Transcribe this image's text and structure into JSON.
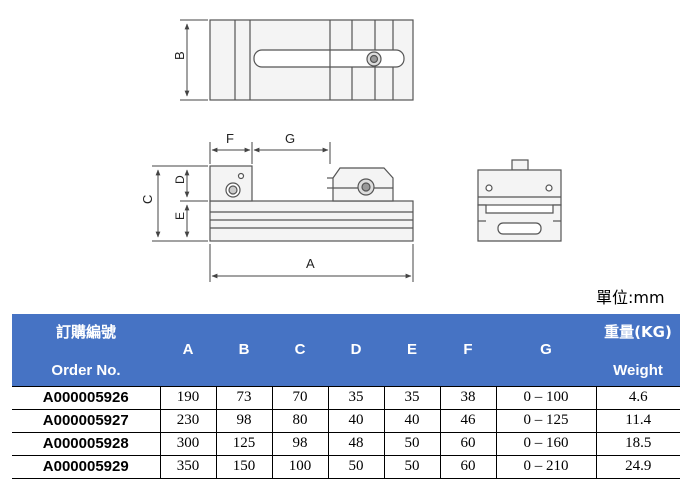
{
  "drawing": {
    "dim_labels": {
      "top_view_B": "B",
      "side_F": "F",
      "side_G": "G",
      "side_C": "C",
      "side_D": "D",
      "side_E": "E",
      "side_A": "A"
    }
  },
  "unit_label": "單位:mm",
  "table": {
    "header": {
      "order_zh": "訂購編號",
      "order_en": "Order No.",
      "cols": [
        "A",
        "B",
        "C",
        "D",
        "E",
        "F",
        "G"
      ],
      "weight_zh": "重量(KG)",
      "weight_en": "Weight"
    },
    "rows": [
      {
        "order": "A000005926",
        "A": "190",
        "B": "73",
        "C": "70",
        "D": "35",
        "E": "35",
        "F": "38",
        "G": "0 – 100",
        "weight": "4.6"
      },
      {
        "order": "A000005927",
        "A": "230",
        "B": "98",
        "C": "80",
        "D": "40",
        "E": "40",
        "F": "46",
        "G": "0 – 125",
        "weight": "11.4"
      },
      {
        "order": "A000005928",
        "A": "300",
        "B": "125",
        "C": "98",
        "D": "48",
        "E": "50",
        "F": "60",
        "G": "0 – 160",
        "weight": "18.5"
      },
      {
        "order": "A000005929",
        "A": "350",
        "B": "150",
        "C": "100",
        "D": "50",
        "E": "50",
        "F": "60",
        "G": "0 – 210",
        "weight": "24.9"
      }
    ]
  },
  "colors": {
    "header_bg": "#4673c4",
    "header_text": "#ffffff",
    "line": "#000000",
    "part_fill": "#f4f4f4"
  }
}
